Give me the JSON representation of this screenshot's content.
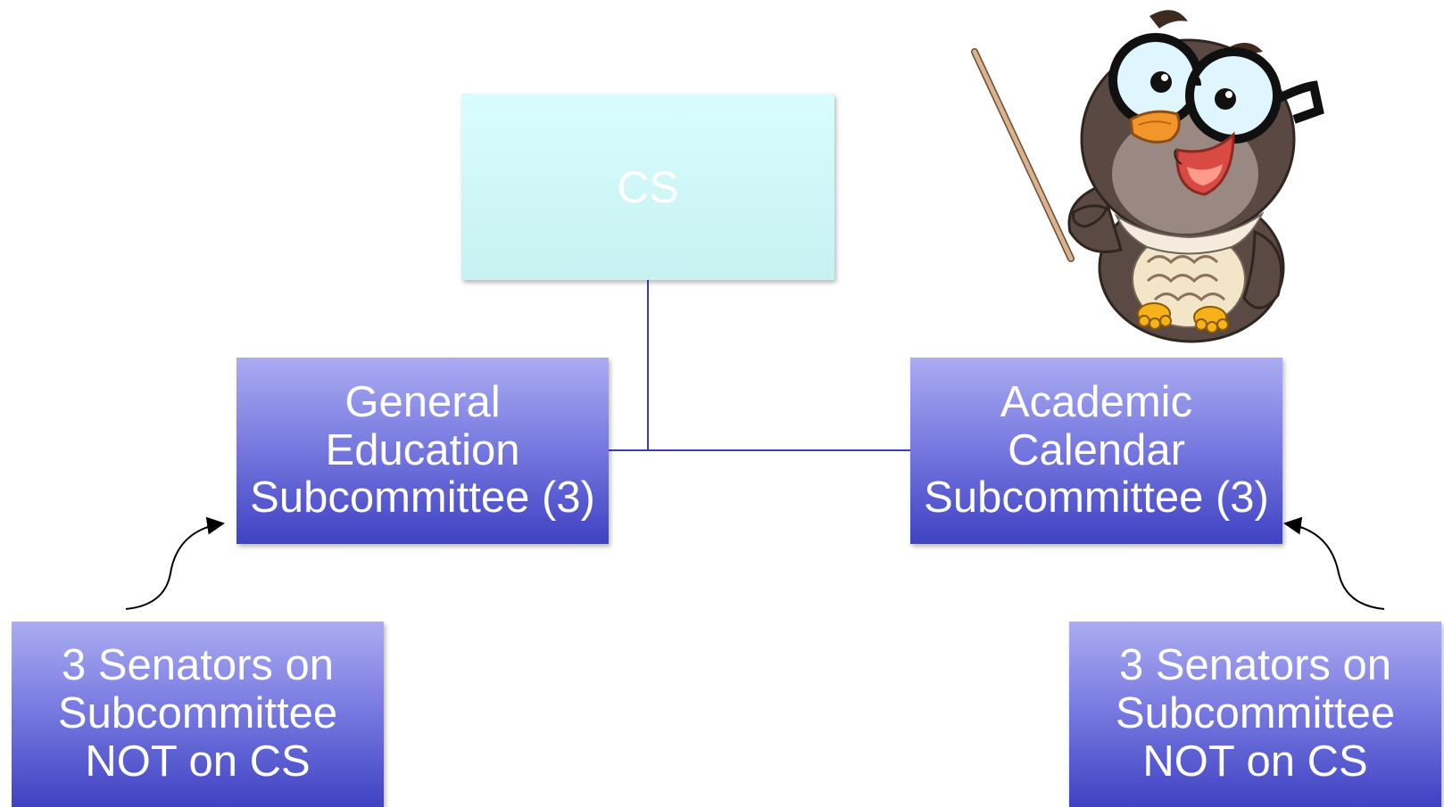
{
  "diagram": {
    "root": {
      "label": "CS"
    },
    "children": [
      {
        "label": "General\nEducation\nSubcommittee (3)"
      },
      {
        "label": "Academic\nCalendar\nSubcommittee (3)"
      }
    ],
    "notes": [
      {
        "label": "3 Senators on\nSubcommittee\nNOT on CS"
      },
      {
        "label": "3 Senators on\nSubcommittee\nNOT on CS"
      }
    ]
  },
  "colors": {
    "connector": "#3a3fb7",
    "cs_box_top": "#d9fdfd",
    "cs_box_bottom": "#c7f1f2",
    "purple_box_top": "#abacf1",
    "purple_box_bottom": "#3f42c2"
  },
  "illustration": {
    "icon": "owl-teacher-with-pointer"
  }
}
